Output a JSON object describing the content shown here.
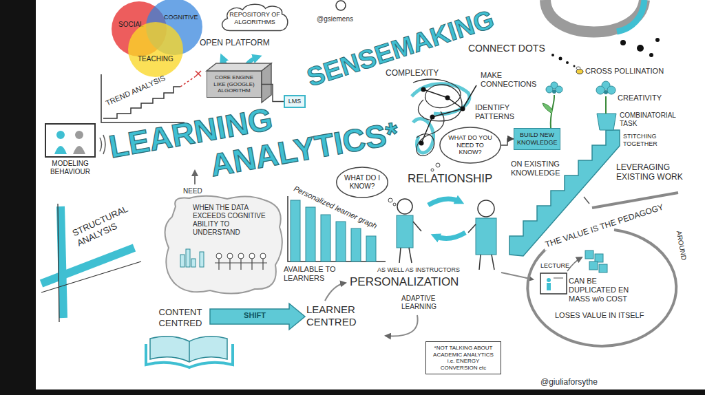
{
  "diagram": {
    "title": "LEARNING ANALYTICS*",
    "nodes": [
      {
        "text": [
          "SOCIAL"
        ]
      },
      {
        "text": [
          "COGNITIVE"
        ]
      },
      {
        "text": [
          "TEACHING"
        ]
      },
      {
        "text": [
          "REPOSITORY OF ALGORITHMS"
        ]
      },
      {
        "text": [
          "CORE ENGINE LIKE (GOOGLE) ALGORITHM"
        ]
      },
      {
        "text": [
          "LMS"
        ]
      },
      {
        "text": [
          "MODELING BEHAVIOUR"
        ]
      },
      {
        "text": [
          "WHAT DO YOU NEED TO KNOW?"
        ]
      },
      {
        "text": [
          "BUILD NEW KNOWLEDGE"
        ]
      },
      {
        "text": [
          "WHAT DO I KNOW?"
        ]
      },
      {
        "text": [
          "LECTURE"
        ]
      },
      {
        "text": [
          "*NOT TALKING ABOUT ACADEMIC ANALYTICS i.e. ENERGY CONVERSION etc"
        ]
      }
    ],
    "edges": [
      {
        "from": 4,
        "to": 5,
        "arrow": "none"
      },
      {
        "from": 7,
        "to": 8,
        "arrow": "to"
      }
    ],
    "labels": [
      "@gsiemens",
      "OPEN PLATFORM",
      "SENSEMAKING",
      "COMPLEXITY",
      "CONNECT DOTS",
      "MAKE CONNECTIONS",
      "CROSS POLLINATION",
      "TREND ANALYSIS",
      "CREATIVITY",
      "IDENTIFY PATTERNS",
      "COMBINATORIAL TASK",
      "STITCHING TOGETHER",
      "ON EXISTING KNOWLEDGE",
      "LEVERAGING EXISTING WORK",
      "NEED",
      "RELATIONSHIP",
      "Personalized learner graph",
      "WHEN THE DATA EXCEEDS COGNITIVE ABILITY TO UNDERSTAND",
      "STRUCTURAL ANALYSIS",
      "THE VALUE IS THE PEDAGOGY",
      "AROUND",
      "AVAILABLE TO LEARNERS",
      "AS WELL AS INSTRUCTORS",
      "PERSONALIZATION",
      "CAN BE DUPLICATED EN MASS w/o COST",
      "LOSES VALUE IN ITSELF",
      "ADAPTIVE LEARNING",
      "CONTENT CENTRED",
      "SHIFT",
      "LEARNER CENTRED",
      "@giuliaforsythe"
    ]
  }
}
